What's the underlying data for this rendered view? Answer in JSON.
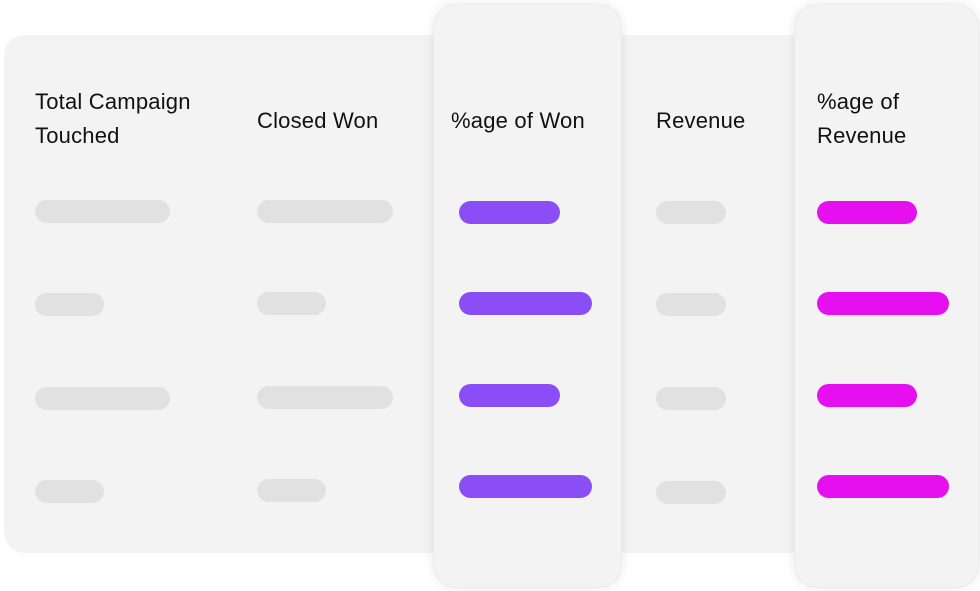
{
  "table": {
    "headers": {
      "total_campaign": "Total Campaign Touched",
      "closed_won": "Closed Won",
      "pct_won": "%age of Won",
      "revenue": "Revenue",
      "pct_revenue": "%age of Revenue"
    },
    "rows": [
      {
        "total_campaign": "",
        "closed_won": "",
        "pct_won": "",
        "revenue": "",
        "pct_revenue": ""
      },
      {
        "total_campaign": "",
        "closed_won": "",
        "pct_won": "",
        "revenue": "",
        "pct_revenue": ""
      },
      {
        "total_campaign": "",
        "closed_won": "",
        "pct_won": "",
        "revenue": "",
        "pct_revenue": ""
      },
      {
        "total_campaign": "",
        "closed_won": "",
        "pct_won": "",
        "revenue": "",
        "pct_revenue": ""
      }
    ]
  },
  "colors": {
    "panel_background": "#f3f3f3",
    "placeholder_gray": "#e1e1e1",
    "won_accent": "#8b4ef6",
    "revenue_accent": "#e60ff0"
  }
}
